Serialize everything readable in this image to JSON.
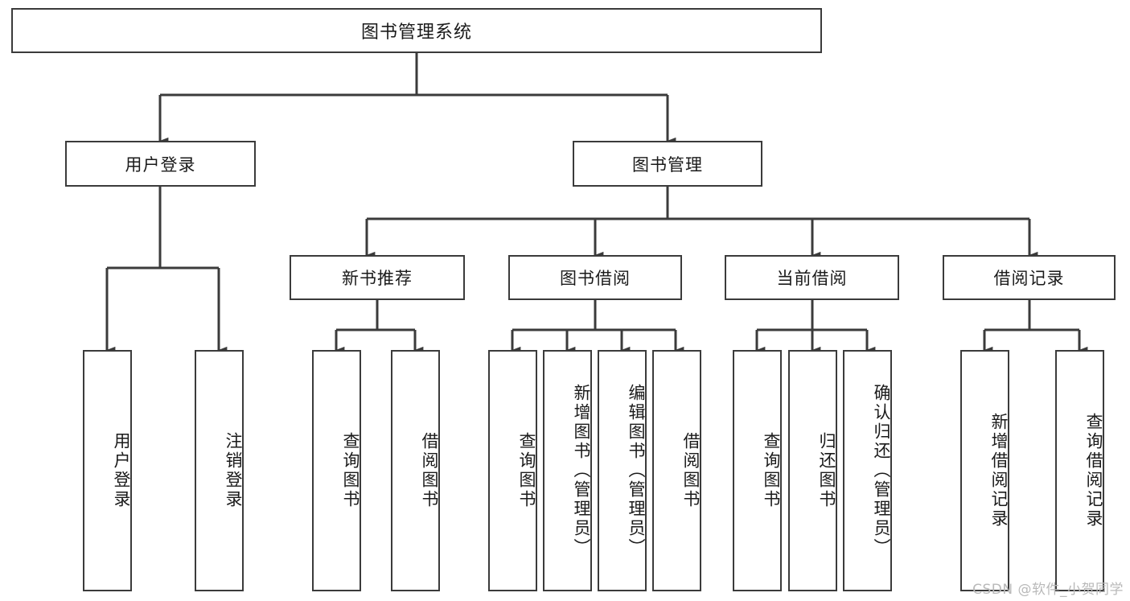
{
  "diagram": {
    "title": "图书管理系统",
    "type": "hierarchy-tree",
    "background_color": "#ffffff",
    "line_color": "#3b3b3b",
    "text_color": "#1a1a1a",
    "watermark": "CSDN @软件_小贺同学",
    "levels": {
      "level0": [
        {
          "id": "root",
          "label": "图书管理系统"
        }
      ],
      "level1": [
        {
          "id": "user-login",
          "label": "用户登录",
          "parent": "root"
        },
        {
          "id": "book-management",
          "label": "图书管理",
          "parent": "root"
        }
      ],
      "level2": [
        {
          "id": "new-book-recommend",
          "label": "新书推荐",
          "parent": "book-management"
        },
        {
          "id": "book-borrow",
          "label": "图书借阅",
          "parent": "book-management"
        },
        {
          "id": "current-borrow",
          "label": "当前借阅",
          "parent": "book-management"
        },
        {
          "id": "borrow-record",
          "label": "借阅记录",
          "parent": "book-management"
        }
      ],
      "level3": [
        {
          "id": "leaf-user-login",
          "label": "用户登录",
          "parent": "user-login"
        },
        {
          "id": "leaf-logout",
          "label": "注销登录",
          "parent": "user-login"
        },
        {
          "id": "leaf-query-book-1",
          "label": "查询图书",
          "parent": "new-book-recommend"
        },
        {
          "id": "leaf-borrow-book-1",
          "label": "借阅图书",
          "parent": "new-book-recommend"
        },
        {
          "id": "leaf-query-book-2",
          "label": "查询图书",
          "parent": "book-borrow"
        },
        {
          "id": "leaf-add-book",
          "label": "新增图书（管理员）",
          "parent": "book-borrow"
        },
        {
          "id": "leaf-edit-book",
          "label": "编辑图书（管理员）",
          "parent": "book-borrow"
        },
        {
          "id": "leaf-borrow-book-2",
          "label": "借阅图书",
          "parent": "book-borrow"
        },
        {
          "id": "leaf-query-book-3",
          "label": "查询图书",
          "parent": "current-borrow"
        },
        {
          "id": "leaf-return-book",
          "label": "归还图书",
          "parent": "current-borrow"
        },
        {
          "id": "leaf-confirm-return",
          "label": "确认归还（管理员）",
          "parent": "current-borrow"
        },
        {
          "id": "leaf-add-record",
          "label": "新增借阅记录",
          "parent": "borrow-record"
        },
        {
          "id": "leaf-query-record",
          "label": "查询借阅记录",
          "parent": "borrow-record"
        }
      ]
    }
  }
}
